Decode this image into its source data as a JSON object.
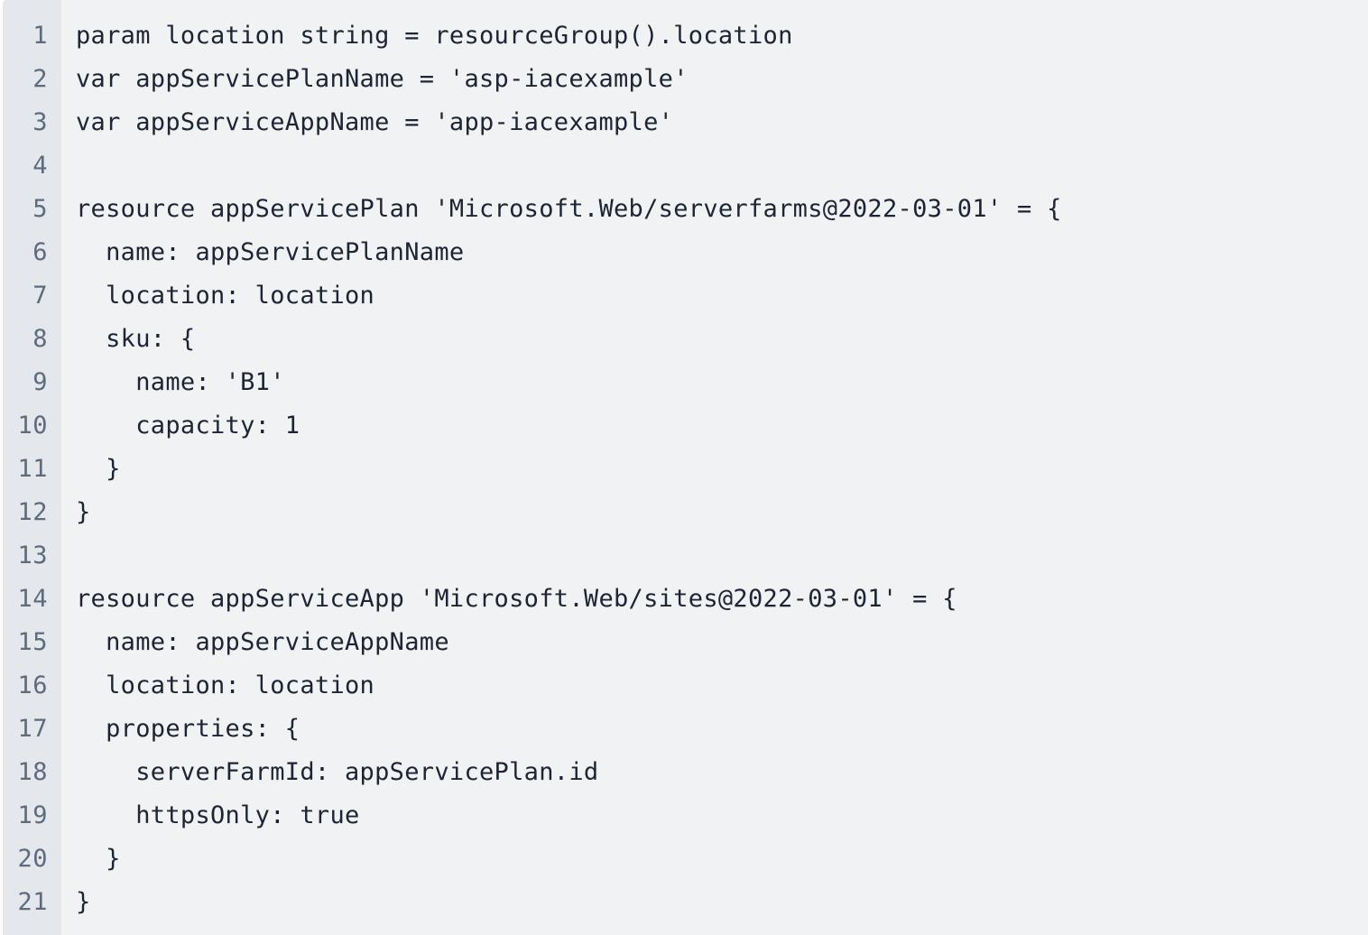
{
  "editor": {
    "lines": [
      {
        "number": "1",
        "text": "param location string = resourceGroup().location"
      },
      {
        "number": "2",
        "text": "var appServicePlanName = 'asp-iacexample'"
      },
      {
        "number": "3",
        "text": "var appServiceAppName = 'app-iacexample'"
      },
      {
        "number": "4",
        "text": ""
      },
      {
        "number": "5",
        "text": "resource appServicePlan 'Microsoft.Web/serverfarms@2022-03-01' = {"
      },
      {
        "number": "6",
        "text": "  name: appServicePlanName"
      },
      {
        "number": "7",
        "text": "  location: location"
      },
      {
        "number": "8",
        "text": "  sku: {"
      },
      {
        "number": "9",
        "text": "    name: 'B1'"
      },
      {
        "number": "10",
        "text": "    capacity: 1"
      },
      {
        "number": "11",
        "text": "  }"
      },
      {
        "number": "12",
        "text": "}"
      },
      {
        "number": "13",
        "text": ""
      },
      {
        "number": "14",
        "text": "resource appServiceApp 'Microsoft.Web/sites@2022-03-01' = {"
      },
      {
        "number": "15",
        "text": "  name: appServiceAppName"
      },
      {
        "number": "16",
        "text": "  location: location"
      },
      {
        "number": "17",
        "text": "  properties: {"
      },
      {
        "number": "18",
        "text": "    serverFarmId: appServicePlan.id"
      },
      {
        "number": "19",
        "text": "    httpsOnly: true"
      },
      {
        "number": "20",
        "text": "  }"
      },
      {
        "number": "21",
        "text": "}"
      }
    ]
  },
  "colors": {
    "background": "#f0f2f4",
    "gutter": "#e4e7eb",
    "line_number": "#5e6b7c",
    "code_text": "#1d2433"
  }
}
